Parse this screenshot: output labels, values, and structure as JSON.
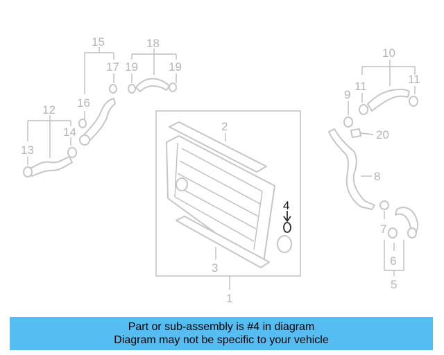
{
  "callouts": {
    "c1": "1",
    "c2": "2",
    "c3": "3",
    "c4": "4",
    "c5": "5",
    "c6": "6",
    "c7": "7",
    "c8": "8",
    "c9": "9",
    "c10": "10",
    "c11a": "11",
    "c11b": "11",
    "c12": "12",
    "c13": "13",
    "c14": "14",
    "c15": "15",
    "c16": "16",
    "c17": "17",
    "c18": "18",
    "c19a": "19",
    "c19b": "19",
    "c20": "20"
  },
  "highlighted_callout": "4",
  "colors": {
    "banner_bg": "#55bdf2",
    "part_stroke": "#c6c6c6",
    "highlight": "#111111"
  },
  "banner": {
    "line1": "Part or sub-assembly is #4 in diagram",
    "line2": "Diagram may not be specific to your vehicle"
  }
}
